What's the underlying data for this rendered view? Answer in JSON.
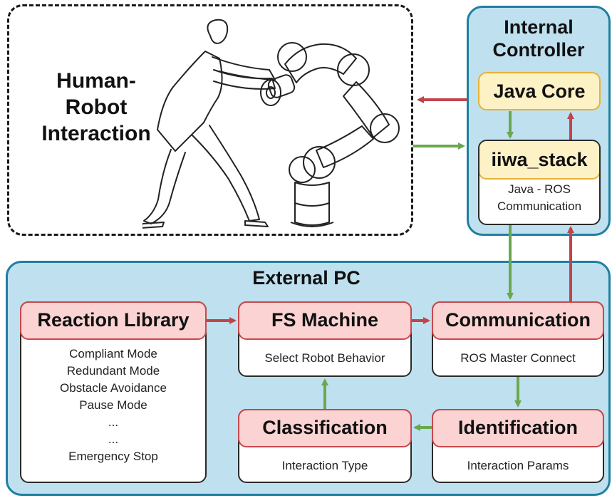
{
  "hri": {
    "title_lines": [
      "Human-",
      "Robot",
      "Interaction"
    ]
  },
  "internal_controller": {
    "title_lines": [
      "Internal",
      "Controller"
    ],
    "java_core": "Java Core",
    "iiwa_stack": "iiwa_stack",
    "iiwa_sub_lines": [
      "Java - ROS",
      "Communication"
    ]
  },
  "external_pc": {
    "title": "External PC",
    "reaction_library": {
      "title": "Reaction Library",
      "items": [
        "Compliant Mode",
        "Redundant Mode",
        "Obstacle Avoidance",
        "Pause Mode",
        "...",
        "...",
        "Emergency Stop"
      ]
    },
    "fs_machine": {
      "title": "FS Machine",
      "sub": "Select Robot Behavior"
    },
    "communication": {
      "title": "Communication",
      "sub": "ROS Master Connect"
    },
    "classification": {
      "title": "Classification",
      "sub": "Interaction Type"
    },
    "identification": {
      "title": "Identification",
      "sub": "Interaction Params"
    }
  },
  "colors": {
    "red_arrow": "#c1444a",
    "green_arrow": "#6aa84f",
    "panel_blue": "#bfe0ef",
    "panel_border": "#1f7fa0",
    "yellow_fill": "#fdf1c6",
    "yellow_border": "#e6b23a",
    "red_fill": "#fbd3d3",
    "red_border": "#c8484c"
  }
}
